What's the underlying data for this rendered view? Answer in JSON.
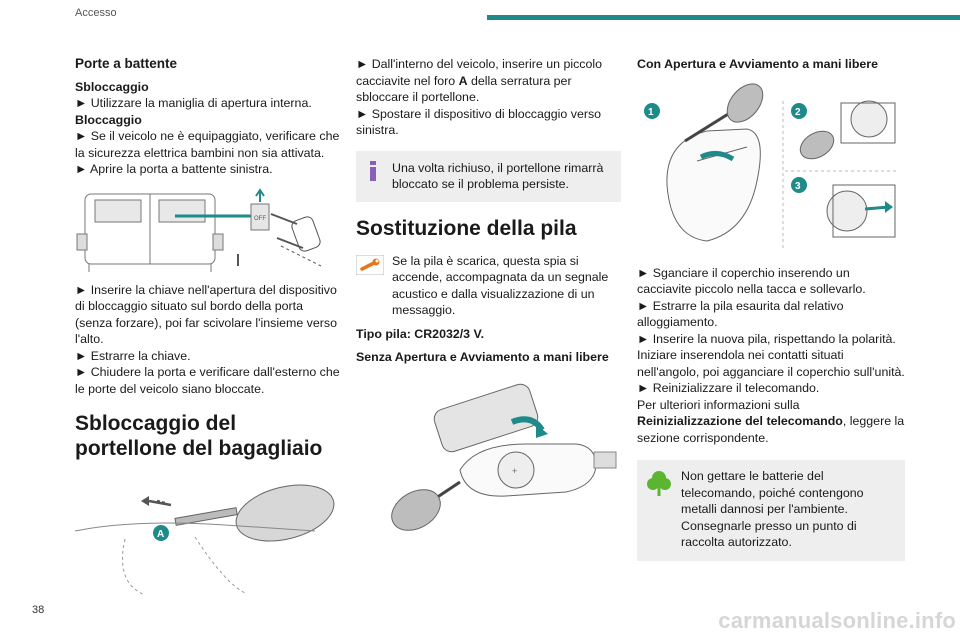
{
  "header": {
    "section": "Accesso",
    "page_number": "38"
  },
  "watermark": "carmanualsonline.info",
  "col1": {
    "heading": "Porte a battente",
    "unlock_title": "Sbloccaggio",
    "unlock_step": "► Utilizzare la maniglia di apertura interna.",
    "lock_title": "Bloccaggio",
    "lock_step1": "► Se il veicolo ne è equipaggiato, verificare che la sicurezza elettrica bambini non sia attivata.",
    "lock_step2": "► Aprire la porta a battente sinistra.",
    "insert_step": "► Inserire la chiave nell'apertura del dispositivo di bloccaggio situato sul bordo della porta (senza forzare), poi far scivolare l'insieme verso l'alto.",
    "extract_step": "► Estrarre la chiave.",
    "close_step": "► Chiudere la porta e verificare dall'esterno che le porte del veicolo siano bloccate.",
    "tailgate_heading": "Sbloccaggio del portellone del bagagliaio",
    "fig_label_off": "OFF",
    "fig_label_a": "A"
  },
  "col2": {
    "step1_pre": "► Dall'interno del veicolo, inserire un piccolo cacciavite nel foro ",
    "step1_bold": "A",
    "step1_post": " della serratura per sbloccare il portellone.",
    "step2": "► Spostare il dispositivo di bloccaggio verso sinistra.",
    "note": "Una volta richiuso, il portellone rimarrà bloccato se il problema persiste.",
    "battery_heading": "Sostituzione della pila",
    "warning": "Se la pila è scarica, questa spia si accende, accompagnata da un segnale acustico e dalla visualizzazione di un messaggio.",
    "battery_type": "Tipo pila: CR2032/3 V.",
    "without_keyless": "Senza Apertura e Avviamento a mani libere"
  },
  "col3": {
    "with_keyless": "Con Apertura e Avviamento a mani libere",
    "step1": "► Sganciare il coperchio inserendo un cacciavite piccolo nella tacca e sollevarlo.",
    "step2": "► Estrarre la pila esaurita dal relativo alloggiamento.",
    "step3": "► Inserire la nuova pila, rispettando la polarità. Iniziare inserendola nei contatti situati nell'angolo, poi agganciare il coperchio sull'unità.",
    "step4": "► Reinizializzare il telecomando.",
    "more_pre": "Per ulteriori informazioni sulla ",
    "more_bold": "Reinizializzazione del telecomando",
    "more_post": ", leggere la sezione corrispondente.",
    "eco_note": "Non gettare le batterie del telecomando, poiché contengono metalli dannosi per l'ambiente. Consegnarle presso un punto di raccolta autorizzato.",
    "badge1": "1",
    "badge2": "2",
    "badge3": "3"
  },
  "colors": {
    "accent": "#1f8a8a",
    "note_bg": "#eeeeee",
    "warning": "#e8741c",
    "eco": "#5cb531",
    "info": "#8a5fb8"
  }
}
